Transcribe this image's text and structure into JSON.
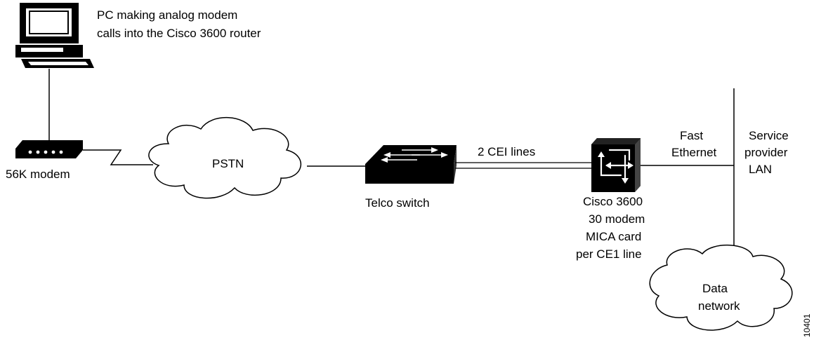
{
  "pc": {
    "caption_line1": "PC making analog modem",
    "caption_line2": "calls into the Cisco 3600 router"
  },
  "modem": {
    "label": "56K modem"
  },
  "pstn": {
    "label": "PSTN"
  },
  "switch": {
    "label": "Telco switch"
  },
  "link": {
    "label": "2 CEI lines"
  },
  "router": {
    "line1": "Cisco 3600",
    "line2": "30 modem",
    "line3": "MICA card",
    "line4": "per CE1 line"
  },
  "fast_ethernet": {
    "line1": "Fast",
    "line2": "Ethernet"
  },
  "lan": {
    "line1": "Service",
    "line2": "provider",
    "line3": "LAN"
  },
  "data_network": {
    "line1": "Data",
    "line2": "network"
  },
  "figure_id": "10401",
  "colors": {
    "ink": "#000000",
    "paper": "#ffffff"
  }
}
